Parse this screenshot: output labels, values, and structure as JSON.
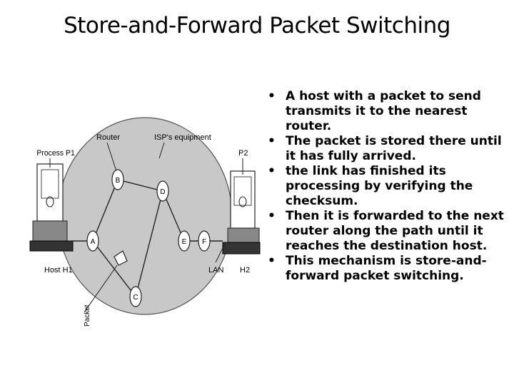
{
  "slide": {
    "title": "Store-and-Forward Packet Switching"
  },
  "diagram": {
    "labels": {
      "process_p1": "Process P1",
      "router": "Router",
      "isp_equipment": "ISP's equipment",
      "p2": "P2",
      "host_h1": "Host H1",
      "lan": "LAN",
      "h2": "H2",
      "packet": "Packet"
    },
    "nodes": [
      "A",
      "B",
      "C",
      "D",
      "E",
      "F"
    ],
    "process_symbol": "O"
  },
  "bullets": [
    "A host with a packet to send transmits it to the nearest router.",
    "The packet is stored there until it has fully arrived.",
    "the link has finished its processing by verifying the checksum.",
    "Then it is forwarded to the next router along the path until it reaches the destination host.",
    "This mechanism is store-and-forward packet switching."
  ],
  "bullet_marker": "•"
}
